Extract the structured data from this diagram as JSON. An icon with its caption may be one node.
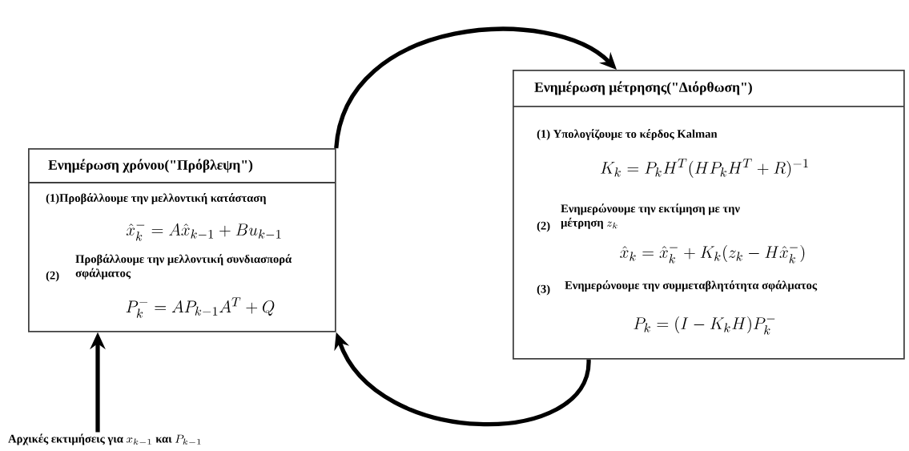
{
  "diagram": {
    "nodes": [
      {
        "text": [
          "Ενημέρωση χρόνου(\"Πρόβλεψη\")",
          "(1)Προβάλλουμε την μελλοντική κατάσταση",
          "\\hat{x}_k^{-} = A\\hat{x}_{k-1} + Bu_{k-1}",
          "Προβάλλουμε την μελλοντική συνδιασπορά σφάλματος",
          "(2)",
          "P_k^{-} = AP_{k-1}A^T + Q"
        ]
      },
      {
        "text": [
          "Ενημέρωση μέτρησης(\"Διόρθωση\")",
          "(1) Υπολογίζουμε το κέρδος Kalman",
          "K_k = P_kH^T(HP_kH^T + R)^{-1}",
          "(2)",
          "Ενημερώνουμε την εκτίμηση με την μέτρηση",
          "z_k",
          "\\hat{x}_k = \\hat{x}_k^{-} + K_k(z_k - H\\hat{x}_k^{-})",
          "(3)",
          "Ενημερώνουμε την συμμεταβλητότητα σφάλματος",
          "P_k = (I - K_kH)P_k^{-}"
        ]
      },
      {
        "text": [
          "Αρχικές εκτιμήσεις για",
          "x_{k-1}",
          "και",
          "P_{k-1}"
        ]
      }
    ],
    "edges": [
      {
        "from": 0,
        "to": 1,
        "arrow": "to"
      },
      {
        "from": 1,
        "to": 0,
        "arrow": "to"
      },
      {
        "from": 2,
        "to": 0,
        "arrow": "to"
      }
    ]
  }
}
